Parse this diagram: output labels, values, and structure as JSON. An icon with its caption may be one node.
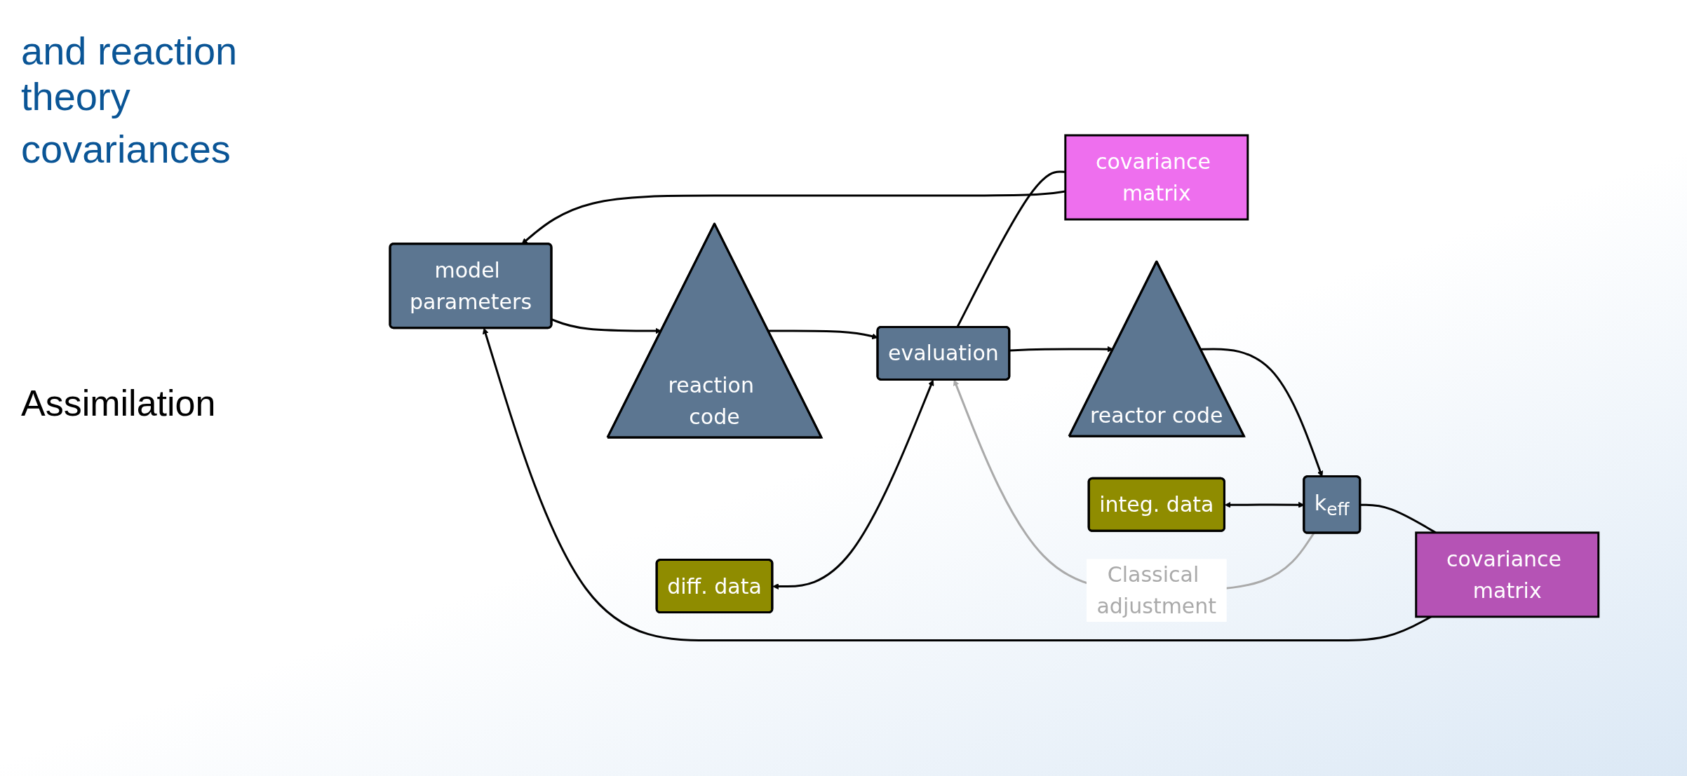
{
  "diagram": {
    "nodes": [
      {
        "text": [
          "model parameters"
        ]
      },
      {
        "text": [
          "reaction code"
        ]
      },
      {
        "text": [
          "diff. data"
        ]
      },
      {
        "text": [
          "evaluation"
        ]
      },
      {
        "text": [
          "covariance matrix"
        ]
      },
      {
        "text": [
          "reactor code"
        ]
      },
      {
        "text": [
          "integ. data"
        ]
      },
      {
        "text": [
          "k$_{eff}$"
        ]
      },
      {
        "text": [
          "covariance matrix"
        ]
      }
    ],
    "edges": [
      {
        "from": 0,
        "to": 1,
        "arrow": "to"
      },
      {
        "from": 1,
        "to": 3,
        "arrow": "to"
      },
      {
        "from": 2,
        "to": 3,
        "arrow": "both"
      },
      {
        "from": 3,
        "to": 5,
        "arrow": "to"
      },
      {
        "from": 5,
        "to": 7,
        "arrow": "to"
      },
      {
        "from": 6,
        "to": 7,
        "arrow": "both"
      },
      {
        "from": 3,
        "to": 4,
        "arrow": "none"
      },
      {
        "from": 4,
        "to": 0,
        "arrow": "to"
      },
      {
        "from": 7,
        "to": 3,
        "arrow": "to",
        "label": "Classical adjustment",
        "color": "#aaaaaa"
      },
      {
        "from": 7,
        "to": 8,
        "arrow": "none"
      },
      {
        "from": 8,
        "to": 0,
        "arrow": "to"
      }
    ],
    "labels": [
      "and reaction theory",
      "covariances",
      "Assimilation"
    ]
  }
}
